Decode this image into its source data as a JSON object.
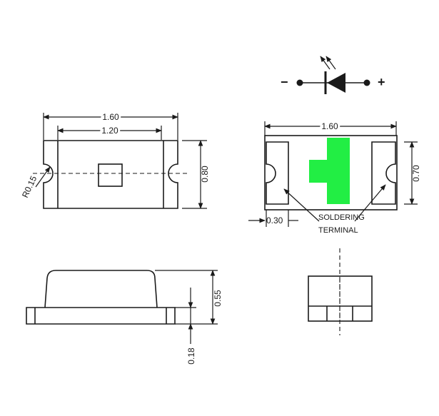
{
  "colors": {
    "line": "#1a1a1a",
    "pad": "#22ee44",
    "background": "#ffffff"
  },
  "symbol": {
    "minus": "−",
    "plus": "+"
  },
  "top_view": {
    "overall_length": "1.60",
    "inner_length": "1.20",
    "height": "0.80",
    "radius": "R0.15"
  },
  "bottom_view": {
    "overall_length": "1.60",
    "height": "0.70",
    "terminal_width": "0.30",
    "callout": [
      "SOLDERING",
      "TERMINAL"
    ]
  },
  "side_view": {
    "total_height": "0.55",
    "base_height": "0.18"
  }
}
